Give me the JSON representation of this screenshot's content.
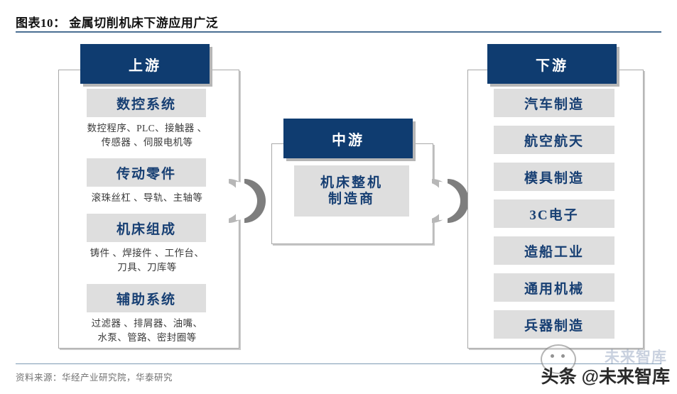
{
  "figure": {
    "title": "图表10： 金属切削机床下游应用广泛",
    "source": "资料来源：华经产业研究院，华泰研究"
  },
  "colors": {
    "header_navy": "#0f3c70",
    "chip_gray": "#dedede",
    "chip_text_navy": "#173f73",
    "frame_gray": "#a8a8a8",
    "arrow_light": "#b7b7b7",
    "arrow_dark": "#7e7e7e",
    "rule_blue": "#4a6f93"
  },
  "upstream": {
    "header": "上游",
    "items": [
      {
        "title": "数控系统",
        "desc": "数控程序、PLC、接触器 、\n传感器 、伺服电机等"
      },
      {
        "title": "传动零件",
        "desc": "滚珠丝杠 、导轨、主轴等"
      },
      {
        "title": "机床组成",
        "desc": "铸件 、焊接件 、工作台、\n刀具、刀库等"
      },
      {
        "title": "辅助系统",
        "desc": "过滤器 、排屑器、油嘴、\n水泵、管路、密封圈等"
      }
    ]
  },
  "midstream": {
    "header": "中游",
    "items": [
      {
        "title_line1": "机床整机",
        "title_line2": "制造商"
      }
    ]
  },
  "downstream": {
    "header": "下游",
    "items": [
      {
        "title": "汽车制造"
      },
      {
        "title": "航空航天"
      },
      {
        "title": "模具制造"
      },
      {
        "title": "3C电子"
      },
      {
        "title": "造船工业"
      },
      {
        "title": "通用机械"
      },
      {
        "title": "兵器制造"
      }
    ]
  },
  "connectors": [
    {
      "name": "upstream-to-midstream",
      "icon": "double-chevron-right-icon"
    },
    {
      "name": "midstream-to-downstream",
      "icon": "double-chevron-right-icon"
    }
  ],
  "watermark": {
    "ghost": "未来智库",
    "main": "头条 @未来智库",
    "logo_icon": "wechat-logo-icon"
  }
}
